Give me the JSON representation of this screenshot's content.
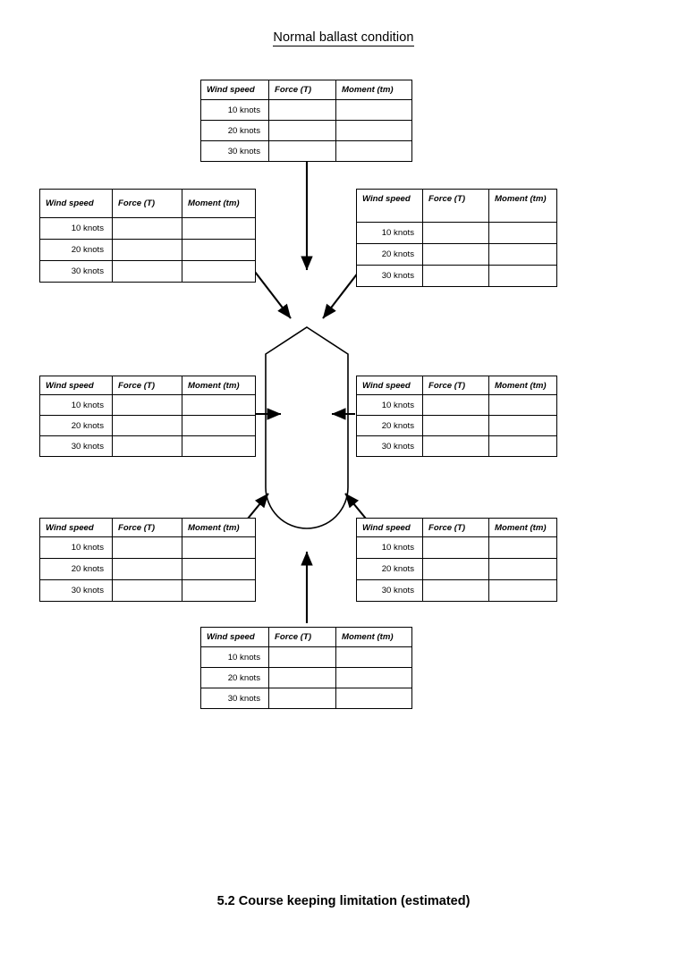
{
  "document": {
    "title": "Normal ballast condition",
    "footer_heading": "5.2  Course keeping limitation (estimated)"
  },
  "table_template": {
    "headers": [
      "Wind speed",
      "Force (T)",
      "Moment (tm)"
    ],
    "rows": [
      {
        "speed": "10 knots",
        "force": "",
        "moment": ""
      },
      {
        "speed": "20 knots",
        "force": "",
        "moment": ""
      },
      {
        "speed": "30 knots",
        "force": "",
        "moment": ""
      }
    ]
  },
  "tables": {
    "top": {
      "position": "top-center",
      "headers": [
        "Wind speed",
        "Force (T)",
        "Moment (tm)"
      ],
      "rows": [
        {
          "speed": "10 knots",
          "force": "",
          "moment": ""
        },
        {
          "speed": "20 knots",
          "force": "",
          "moment": ""
        },
        {
          "speed": "30 knots",
          "force": "",
          "moment": ""
        }
      ]
    },
    "upper_left": {
      "position": "upper-left",
      "headers": [
        "Wind speed",
        "Force (T)",
        "Moment (tm)"
      ],
      "rows": [
        {
          "speed": "10 knots",
          "force": "",
          "moment": ""
        },
        {
          "speed": "20 knots",
          "force": "",
          "moment": ""
        },
        {
          "speed": "30 knots",
          "force": "",
          "moment": ""
        }
      ]
    },
    "upper_right": {
      "position": "upper-right",
      "headers": [
        "Wind speed",
        "Force (T)",
        "Moment (tm)"
      ],
      "rows": [
        {
          "speed": "10 knots",
          "force": "",
          "moment": ""
        },
        {
          "speed": "20 knots",
          "force": "",
          "moment": ""
        },
        {
          "speed": "30 knots",
          "force": "",
          "moment": ""
        }
      ]
    },
    "mid_left": {
      "position": "middle-left",
      "headers": [
        "Wind speed",
        "Force (T)",
        "Moment (tm)"
      ],
      "rows": [
        {
          "speed": "10 knots",
          "force": "",
          "moment": ""
        },
        {
          "speed": "20 knots",
          "force": "",
          "moment": ""
        },
        {
          "speed": "30 knots",
          "force": "",
          "moment": ""
        }
      ]
    },
    "mid_right": {
      "position": "middle-right",
      "headers": [
        "Wind speed",
        "Force (T)",
        "Moment (tm)"
      ],
      "rows": [
        {
          "speed": "10 knots",
          "force": "",
          "moment": ""
        },
        {
          "speed": "20 knots",
          "force": "",
          "moment": ""
        },
        {
          "speed": "30 knots",
          "force": "",
          "moment": ""
        }
      ]
    },
    "lower_left": {
      "position": "lower-left",
      "headers": [
        "Wind speed",
        "Force (T)",
        "Moment (tm)"
      ],
      "rows": [
        {
          "speed": "10 knots",
          "force": "",
          "moment": ""
        },
        {
          "speed": "20 knots",
          "force": "",
          "moment": ""
        },
        {
          "speed": "30 knots",
          "force": "",
          "moment": ""
        }
      ]
    },
    "lower_right": {
      "position": "lower-right",
      "headers": [
        "Wind speed",
        "Force (T)",
        "Moment (tm)"
      ],
      "rows": [
        {
          "speed": "10 knots",
          "force": "",
          "moment": ""
        },
        {
          "speed": "20 knots",
          "force": "",
          "moment": ""
        },
        {
          "speed": "30 knots",
          "force": "",
          "moment": ""
        }
      ]
    },
    "bottom": {
      "position": "bottom-center",
      "headers": [
        "Wind speed",
        "Force (T)",
        "Moment (tm)"
      ],
      "rows": [
        {
          "speed": "10 knots",
          "force": "",
          "moment": ""
        },
        {
          "speed": "20 knots",
          "force": "",
          "moment": ""
        },
        {
          "speed": "30 knots",
          "force": "",
          "moment": ""
        }
      ]
    }
  },
  "diagram": {
    "center_shape": "ship-hull-plan-view",
    "arrows": [
      {
        "name": "arrow-from-top-table",
        "direction": "down"
      },
      {
        "name": "arrow-from-upper-left-table",
        "direction": "down-right"
      },
      {
        "name": "arrow-from-upper-right-table",
        "direction": "down-left"
      },
      {
        "name": "arrow-from-mid-left-table",
        "direction": "right"
      },
      {
        "name": "arrow-from-mid-right-table",
        "direction": "left"
      },
      {
        "name": "arrow-from-lower-left-table",
        "direction": "up-right"
      },
      {
        "name": "arrow-from-lower-right-table",
        "direction": "up-left"
      },
      {
        "name": "arrow-from-bottom-table",
        "direction": "up"
      }
    ]
  },
  "colors": {
    "ink": "#000000",
    "page": "#ffffff"
  }
}
